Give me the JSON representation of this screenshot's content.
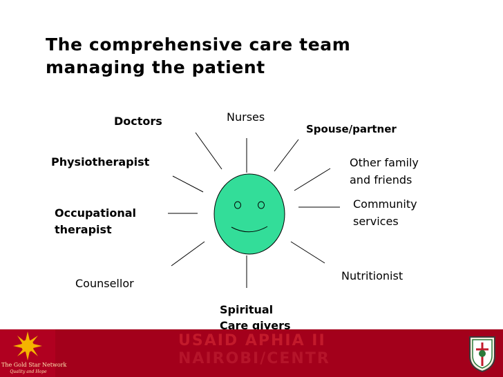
{
  "title": "The comprehensive care team managing the patient",
  "center": {
    "icon": "smiley-face-icon",
    "color": "#33dd99"
  },
  "roles": {
    "doctors": "Doctors",
    "nurses": "Nurses",
    "spouse": "Spouse/partner",
    "physio": "Physiotherapist",
    "family_1": "Other family",
    "family_2": "and friends",
    "occupational_1": "Occupational",
    "occupational_2": "therapist",
    "community_1": "Community",
    "community_2": "services",
    "counsellor": "Counsellor",
    "nutritionist": "Nutritionist",
    "spiritual_1": "Spiritual",
    "spiritual_2": "Care givers"
  },
  "footer": {
    "network_name": "The Gold Star Network",
    "network_tagline": "Quality and Hope",
    "program_line1": "USAID APHIA II",
    "program_line2": "NAIROBI/CENTR",
    "crest_icon": "shield-crest-icon",
    "colors": {
      "band": "#a3001b",
      "sun": "#f5b400"
    }
  }
}
